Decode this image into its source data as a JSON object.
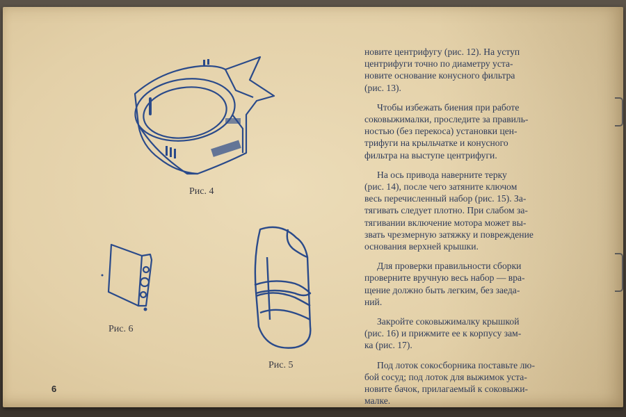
{
  "page_number": "6",
  "figures": {
    "fig4": {
      "caption": "Рис. 4",
      "icon": "centrifuge-basket-drawing"
    },
    "fig5": {
      "caption": "Рис. 5",
      "icon": "cone-filter-drawing"
    },
    "fig6": {
      "caption": "Рис. 6",
      "icon": "grater-clamp-drawing"
    }
  },
  "text_lines": {
    "p1": [
      "новите центрифугу (рис. 12). На уступ",
      "центрифуги точно по диаметру уста-",
      "новите основание конусного фильтра",
      "(рис. 13)."
    ],
    "p2": [
      "Чтобы избежать биения при работе",
      "соковыжималки, проследите за правиль-",
      "ностью (без перекоса) установки цен-",
      "трифуги на крыльчатке и конусного",
      "фильтра на выступе центрифуги."
    ],
    "p3": [
      "На ось привода наверните терку",
      "(рис. 14), после чего затяните ключом",
      "весь перечисленный набор (рис. 15). За-",
      "тягивать следует плотно. При слабом за-",
      "тягивании включение мотора может вы-",
      "звать чрезмерную затяжку и повреждение",
      "основания верхней крышки."
    ],
    "p4": [
      "Для проверки правильности сборки",
      "проверните вручную весь набор — вра-",
      "щение должно быть легким, без заеда-",
      "ний."
    ],
    "p5": [
      "Закройте соковыжималку крышкой",
      "(рис. 16) и прижмите ее к корпусу зам-",
      "ка (рис. 17)."
    ],
    "p6": [
      "Под лоток сокосборника поставьте лю-",
      "бой сосуд; под лоток для выжимок уста-",
      "новите бачок, прилагаемый к соковыжи-",
      "малке."
    ]
  }
}
